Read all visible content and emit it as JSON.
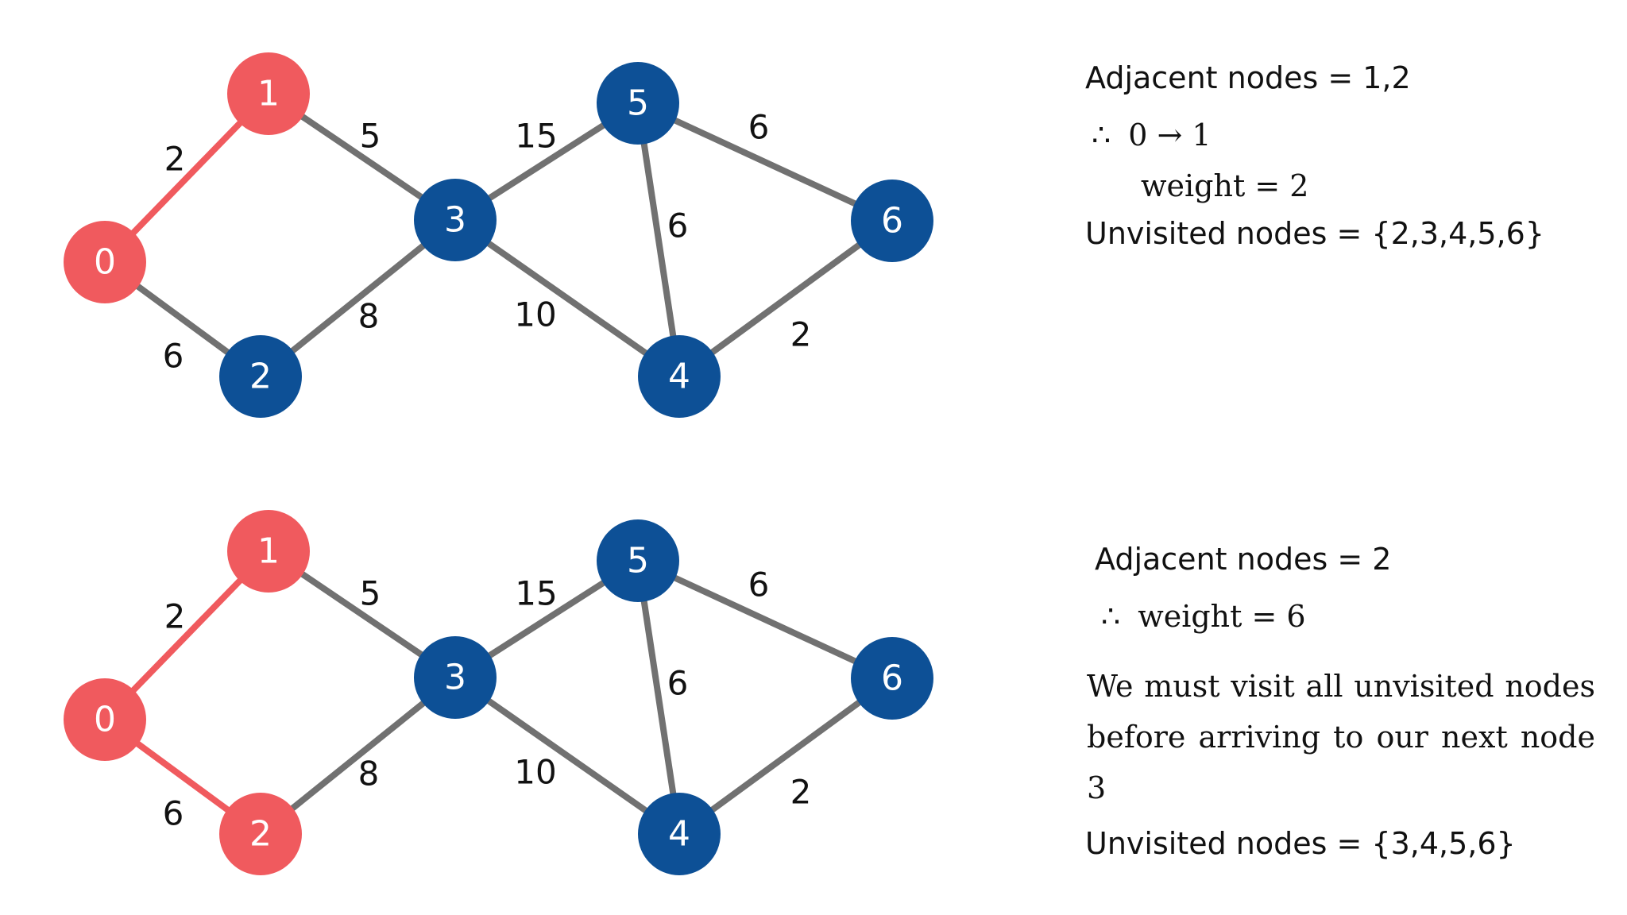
{
  "colors": {
    "visited": "#f05a5e",
    "unvisited": "#0d5096",
    "edge_default": "#717171",
    "edge_visited": "#f05a5e"
  },
  "graph": {
    "nodes": [
      "0",
      "1",
      "2",
      "3",
      "4",
      "5",
      "6"
    ],
    "edges": [
      {
        "from": "0",
        "to": "1",
        "weight": "2"
      },
      {
        "from": "0",
        "to": "2",
        "weight": "6"
      },
      {
        "from": "1",
        "to": "3",
        "weight": "5"
      },
      {
        "from": "2",
        "to": "3",
        "weight": "8"
      },
      {
        "from": "3",
        "to": "5",
        "weight": "15"
      },
      {
        "from": "3",
        "to": "4",
        "weight": "10"
      },
      {
        "from": "5",
        "to": "4",
        "weight": "6"
      },
      {
        "from": "5",
        "to": "6",
        "weight": "6"
      },
      {
        "from": "4",
        "to": "6",
        "weight": "2"
      }
    ]
  },
  "steps": [
    {
      "visited_nodes": [
        "0",
        "1"
      ],
      "visited_edges": [
        "0-1"
      ],
      "adjacent": "Adjacent nodes = 1,2",
      "therefore": "∴",
      "path": "0 → 1",
      "weight": "weight = 2",
      "unvisited": "Unvisited nodes = {2,3,4,5,6}"
    },
    {
      "visited_nodes": [
        "0",
        "1",
        "2"
      ],
      "visited_edges": [
        "0-1",
        "0-2"
      ],
      "adjacent": "Adjacent nodes = 2",
      "therefore": "∴",
      "weight": "weight = 6",
      "note": "We must visit all unvisited nodes before arriving to our next node 3",
      "unvisited": "Unvisited nodes = {3,4,5,6}"
    }
  ]
}
